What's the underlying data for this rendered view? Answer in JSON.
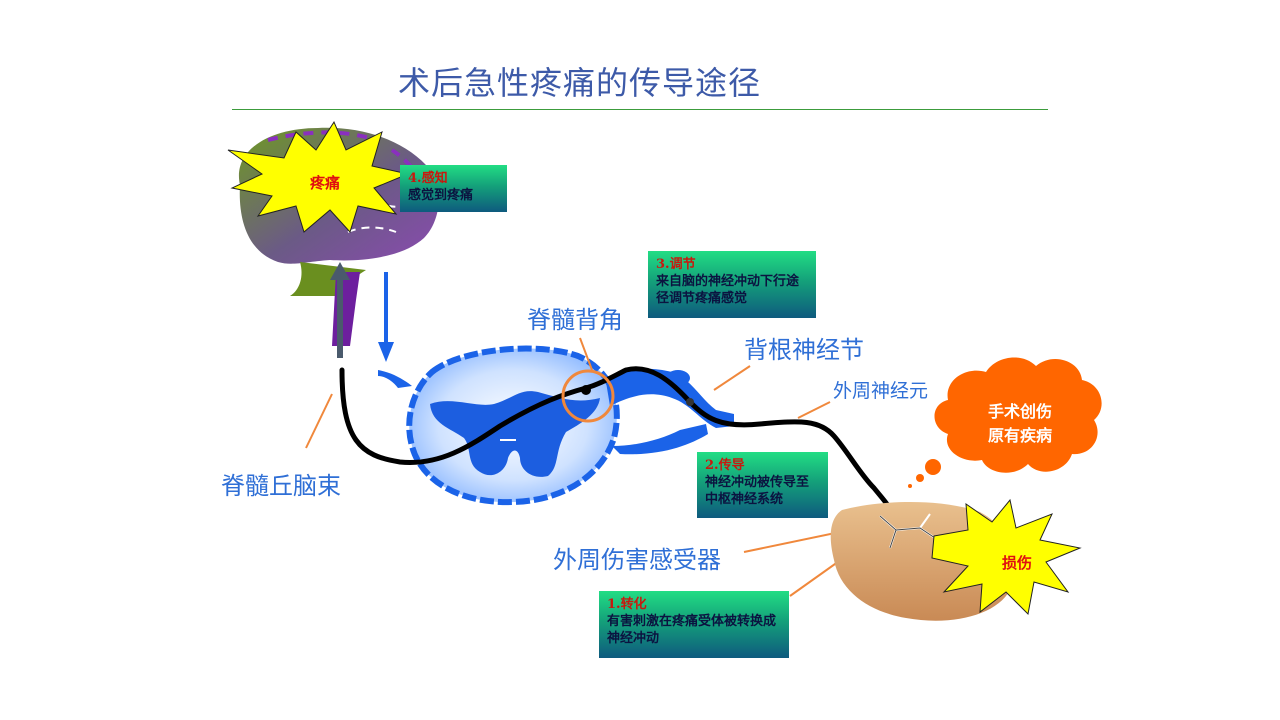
{
  "title": "术后急性疼痛的传导途径",
  "labels": {
    "dorsal_horn": "脊髓背角",
    "drg": "背根神经节",
    "peripheral_neuron": "外周神经元",
    "spinothalamic": "脊髓丘脑束",
    "nociceptor": "外周伤害感受器"
  },
  "bursts": {
    "pain": "疼痛",
    "injury": "损伤"
  },
  "cloud": {
    "line1": "手术创伤",
    "line2": "原有疾病"
  },
  "steps": [
    {
      "heading": "4.感知",
      "text": "感觉到疼痛"
    },
    {
      "heading": "3.调节",
      "text": "来自脑的神经冲动下行途径调节疼痛感觉"
    },
    {
      "heading": "2.传导",
      "text": "神经冲动被传导至中枢神经系统"
    },
    {
      "heading": "1.转化",
      "text": "有害刺激在疼痛受体被转换成神经冲动"
    }
  ],
  "colors": {
    "title": "#3d5aa8",
    "label_blue": "#2f6fd6",
    "burst_yellow": "#ffff00",
    "cloud_orange": "#ff6600",
    "callout_line": "#f0883c",
    "step_heading": "#c8190f"
  }
}
